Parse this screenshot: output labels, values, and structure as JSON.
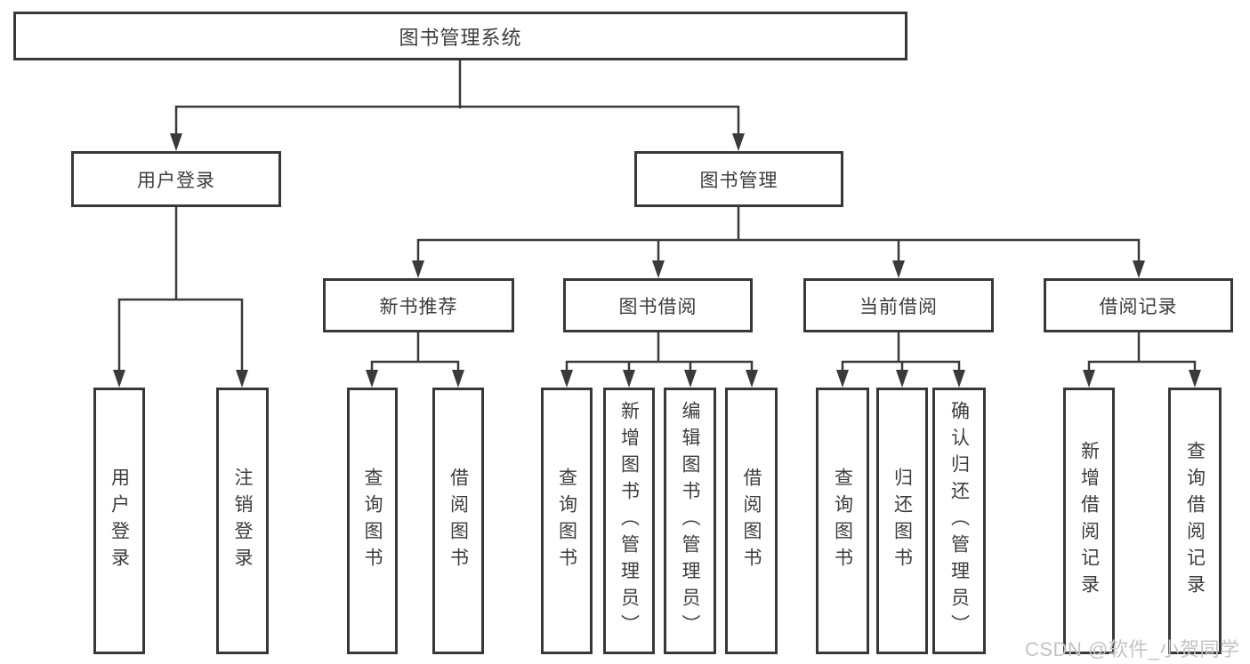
{
  "tree": {
    "root": {
      "label": "图书管理系统"
    },
    "branches": [
      {
        "label": "用户登录",
        "children": [
          {
            "label": "用户登录"
          },
          {
            "label": "注销登录"
          }
        ]
      },
      {
        "label": "图书管理",
        "children": [
          {
            "label": "新书推荐",
            "children": [
              {
                "label": "查询图书"
              },
              {
                "label": "借阅图书"
              }
            ]
          },
          {
            "label": "图书借阅",
            "children": [
              {
                "label": "查询图书"
              },
              {
                "label": "新增图书（管理员）"
              },
              {
                "label": "编辑图书（管理员）"
              },
              {
                "label": "借阅图书"
              }
            ]
          },
          {
            "label": "当前借阅",
            "children": [
              {
                "label": "查询图书"
              },
              {
                "label": "归还图书"
              },
              {
                "label": "确认归还（管理员）"
              }
            ]
          },
          {
            "label": "借阅记录",
            "children": [
              {
                "label": "新增借阅记录"
              },
              {
                "label": "查询借阅记录"
              }
            ]
          }
        ]
      }
    ]
  },
  "watermark": {
    "text": "CSDN @软件_小贺同学"
  },
  "colors": {
    "line": "#3a3a3a",
    "box_border": "#383838",
    "text": "#3d3d3d",
    "watermark": "#c3c3c3",
    "background": "#ffffff"
  }
}
